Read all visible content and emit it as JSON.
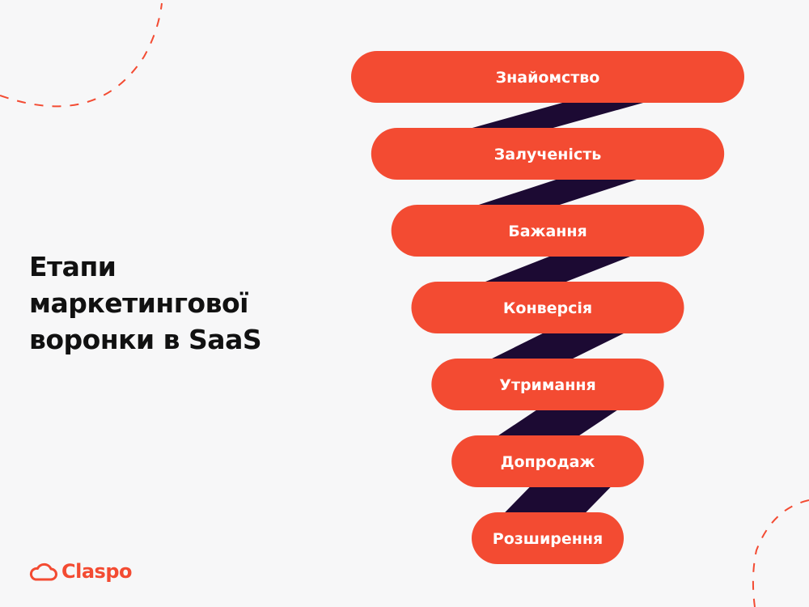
{
  "title": {
    "line1": "Етапи",
    "line2": "маркетингової",
    "line3": "воронки в SaaS"
  },
  "funnel": {
    "stages": [
      "Знайомство",
      "Залученість",
      "Бажання",
      "Конверсія",
      "Утримання",
      "Допродаж",
      "Розширення"
    ]
  },
  "logo": {
    "text": "Claspo",
    "icon": "cloud-icon"
  },
  "colors": {
    "accent": "#f34b32",
    "ribbon": "#1c0a33",
    "title": "#111111",
    "background": "#f7f7f8",
    "decor": "#f34b32"
  }
}
